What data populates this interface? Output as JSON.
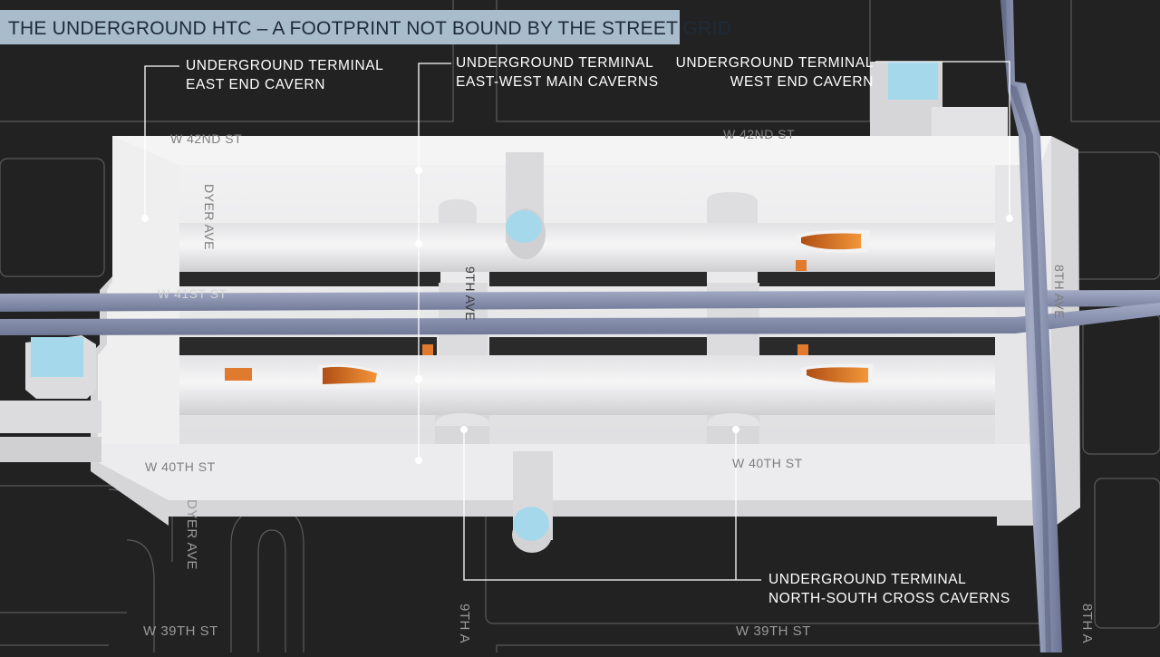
{
  "title": "THE UNDERGROUND HTC – A FOOTPRINT NOT BOUND BY THE STREET GRID",
  "callouts": {
    "east_end": {
      "line1": "UNDERGROUND TERMINAL",
      "line2": "EAST END CAVERN"
    },
    "main_caverns": {
      "line1": "UNDERGROUND TERMINAL",
      "line2": "EAST-WEST MAIN CAVERNS"
    },
    "west_end": {
      "line1": "UNDERGROUND TERMINAL",
      "line2": "WEST END CAVERN"
    },
    "cross_caverns": {
      "line1": "UNDERGROUND TERMINAL",
      "line2": "NORTH-SOUTH CROSS CAVERNS"
    }
  },
  "streets": {
    "w42_left": "W 42ND ST",
    "w42_right": "W 42ND ST",
    "w41": "W 41ST ST",
    "w40_left": "W 40TH ST",
    "w40_right": "W 40TH ST",
    "w39_left": "W 39TH ST",
    "w39_right": "W 39TH ST",
    "dyer_top": "DYER AVE",
    "dyer_bottom": "DYER AVE",
    "ninth_top": "9TH AVE",
    "ninth_bottom": "9TH A",
    "eighth_top": "8TH AVE",
    "eighth_bottom": "8TH A"
  },
  "colors": {
    "background": "#222222",
    "cavern": "#e9e9ea",
    "title_bar": "#a8bccc",
    "tunnel": "#8a93b0",
    "skylight": "#a6d8ec",
    "platform": "#e07a2e",
    "callout_line": "#ffffff"
  }
}
